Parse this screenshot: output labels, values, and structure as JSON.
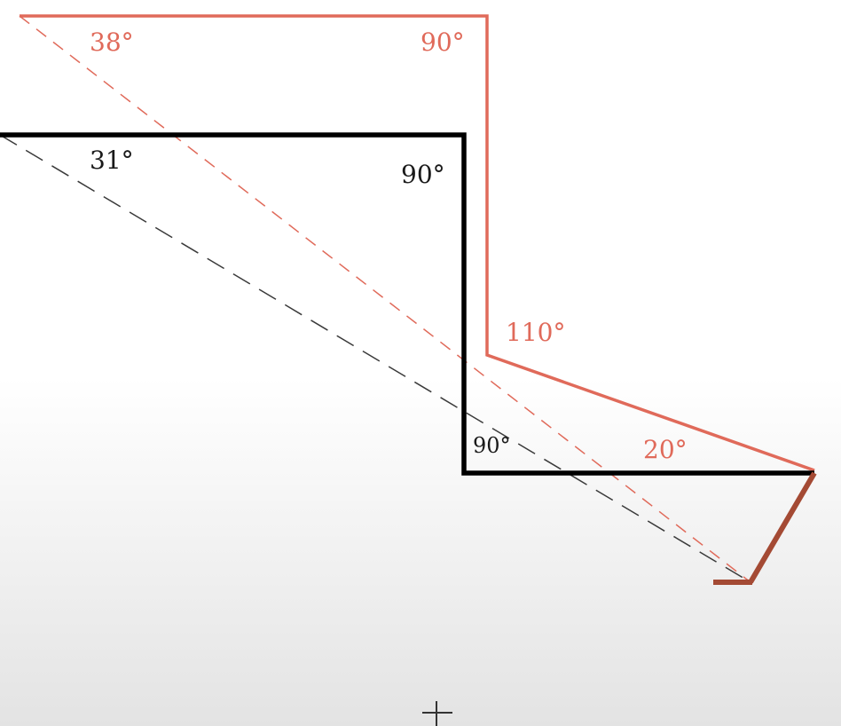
{
  "colors": {
    "red": "#e06a5a",
    "black": "#000000",
    "dark_red": "#a44a34",
    "dashed_gray": "#3a3a3a"
  },
  "red_path": {
    "angles": {
      "top_left": "38°",
      "top_right": "90°",
      "middle_corner": "110°",
      "lower_right": "20°"
    }
  },
  "black_path": {
    "angles": {
      "top_left": "31°",
      "top_right": "90°",
      "bottom_corner": "90°"
    }
  },
  "cursor": {
    "icon": "crosshair-cursor-icon"
  }
}
